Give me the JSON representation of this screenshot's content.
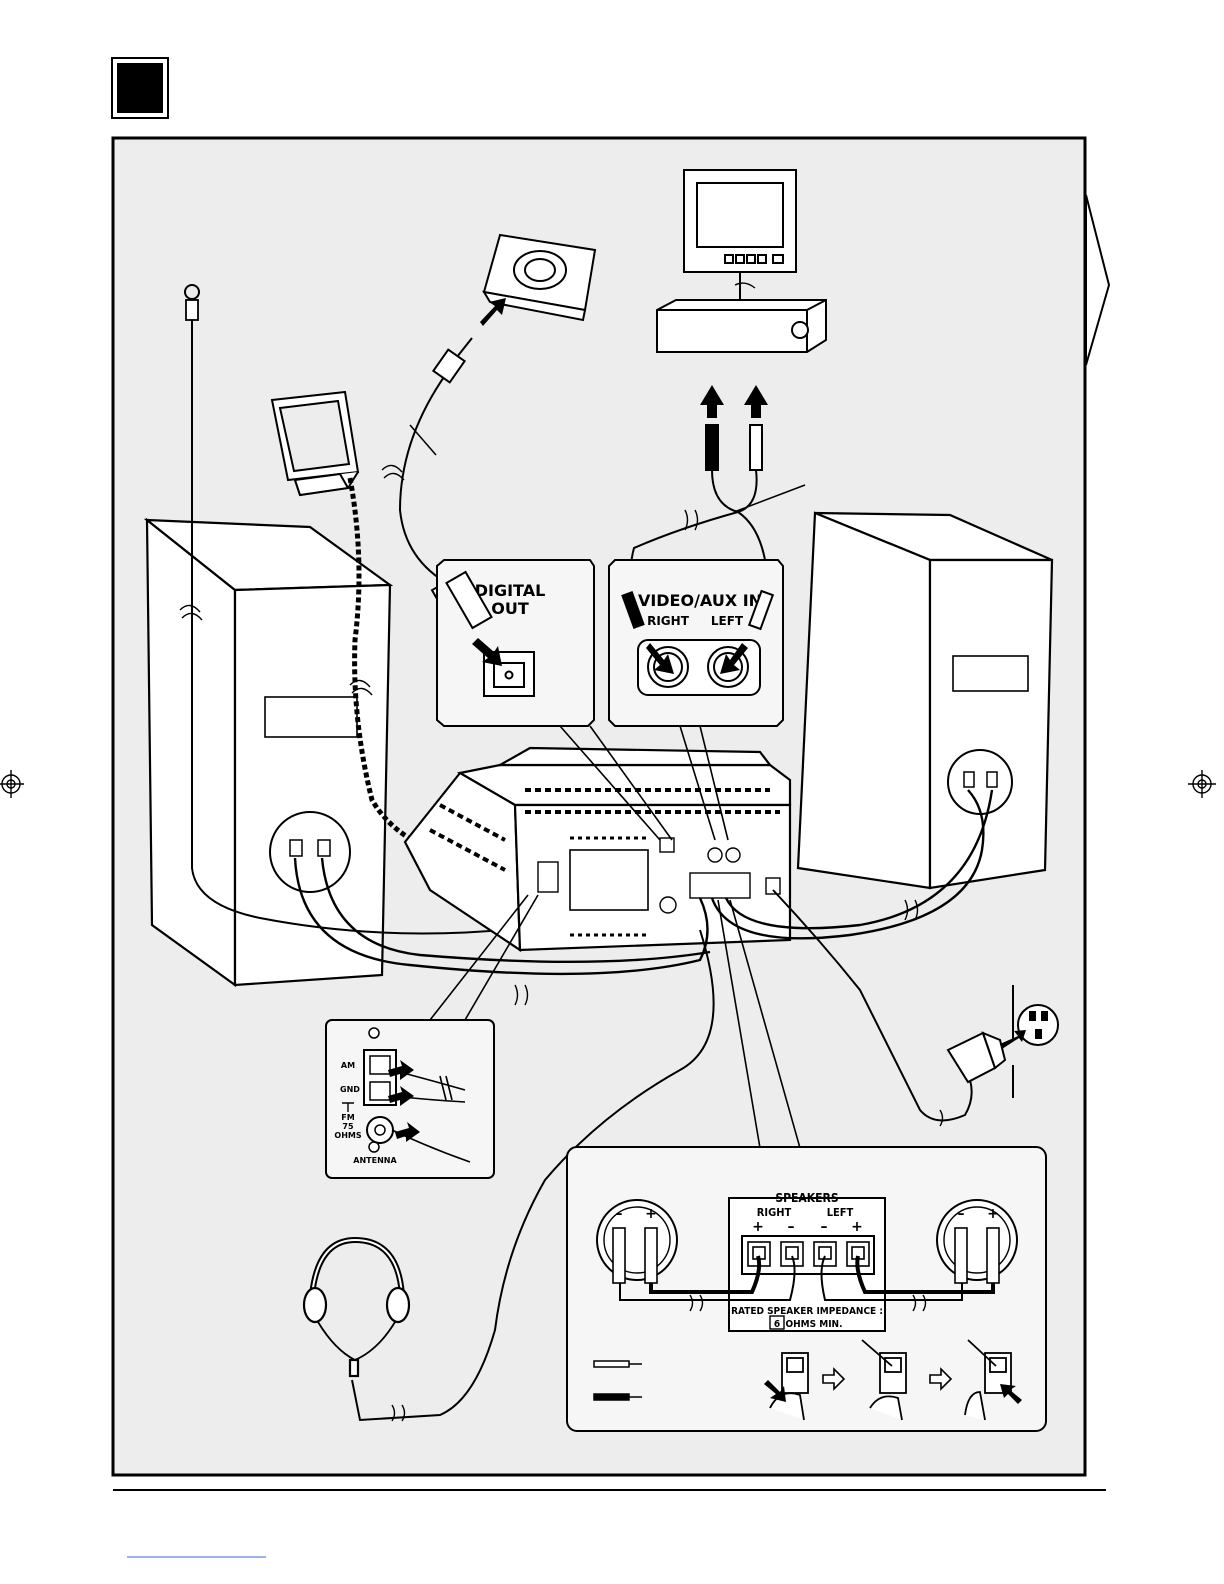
{
  "digital_out": {
    "line1": "DIGITAL",
    "line2": "OUT"
  },
  "video_aux": {
    "title": "VIDEO/AUX IN",
    "right": "RIGHT",
    "left": "LEFT"
  },
  "antenna_panel": {
    "am": "AM",
    "gnd": "GND",
    "fm_line1": "FM",
    "fm_line2": "75",
    "fm_line3": "OHMS",
    "antenna": "ANTENNA"
  },
  "speakers_panel": {
    "title": "SPEAKERS",
    "right": "RIGHT",
    "left": "LEFT",
    "plus": "+",
    "minus": "–",
    "impedance_label": "RATED SPEAKER IMPEDANCE :",
    "impedance_value": "6",
    "impedance_unit": "OHMS MIN."
  },
  "colors": {
    "line": "#000000",
    "panel_bg": "#ececec",
    "frame_bg": "#ededed",
    "callout_bg": "#f6f6f6"
  }
}
